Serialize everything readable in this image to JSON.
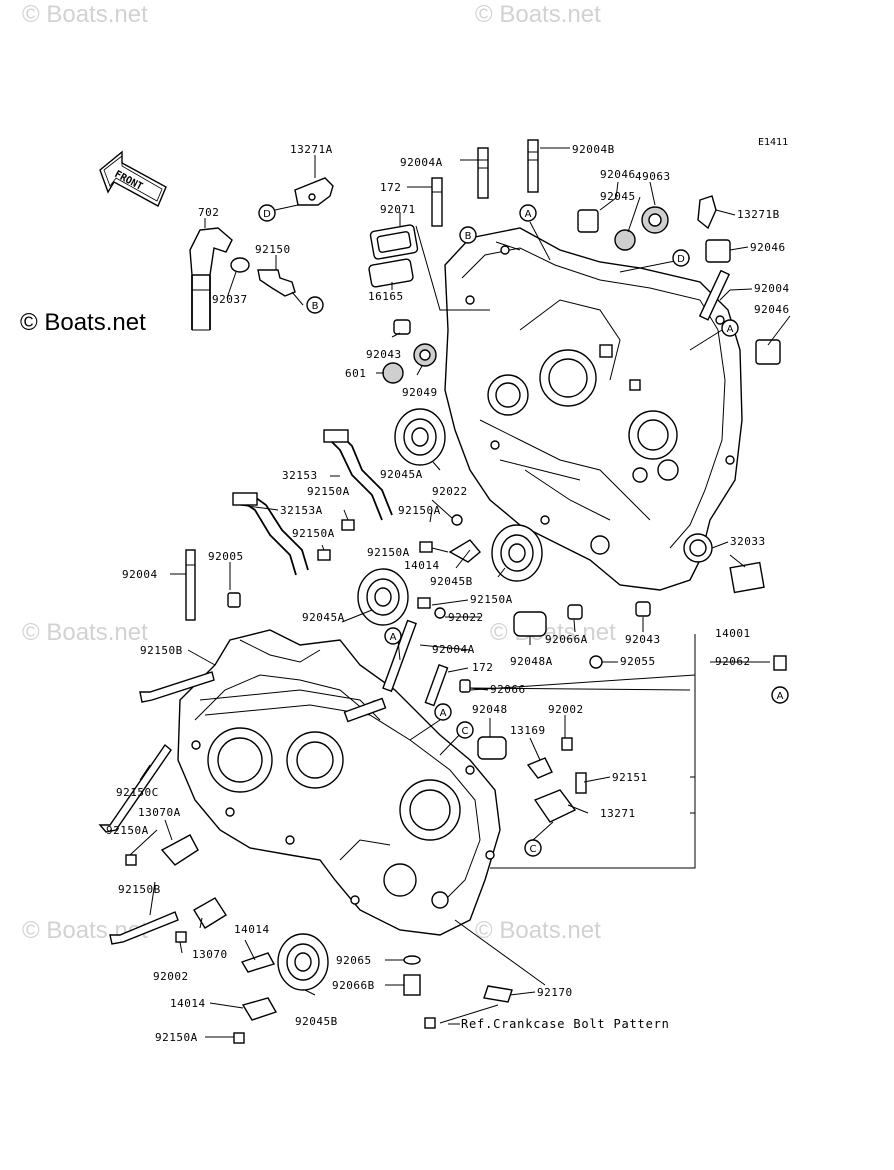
{
  "watermark": "© Boats.net",
  "brand_label": "© Boats.net",
  "drawing_code": "E1411",
  "front_label": "FRONT",
  "ref_note": "Ref.Crankcase Bolt Pattern",
  "marker_letters": [
    "A",
    "B",
    "C",
    "D"
  ],
  "part_labels": [
    "13271A",
    "702",
    "92150",
    "92037",
    "92004A",
    "92004B",
    "172",
    "92071",
    "16165",
    "92043",
    "601",
    "92049",
    "92045A",
    "32153",
    "92150A",
    "32153A",
    "92150A",
    "92005",
    "92004",
    "92150B",
    "92045A",
    "92022",
    "92150A",
    "92150A",
    "14014",
    "92045B",
    "92150A",
    "92022",
    "92004A",
    "172",
    "92066",
    "92046",
    "49063",
    "92045",
    "13271B",
    "92046",
    "92004",
    "92046",
    "32033",
    "92066A",
    "92043",
    "14001",
    "92048A",
    "92055",
    "92062",
    "92048",
    "92002",
    "13169",
    "92151",
    "13271",
    "92150C",
    "13070A",
    "92150A",
    "92150B",
    "13070",
    "92002",
    "14014",
    "92045B",
    "92065",
    "92066B",
    "92170",
    "14014",
    "92150A"
  ]
}
